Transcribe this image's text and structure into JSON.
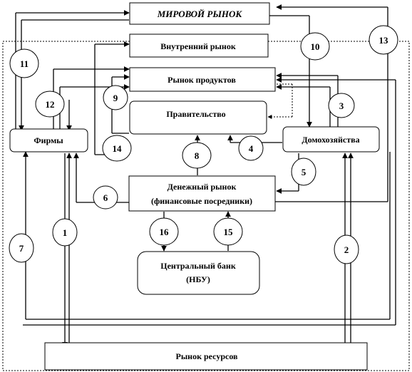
{
  "boxes": {
    "world_market": "МИРОВОЙ РЫНОК",
    "domestic_market": "Внутренний рынок",
    "product_market": "Рынок продуктов",
    "government": "Правительство",
    "firms": "Фирмы",
    "households": "Домохозяйства",
    "money_market_line1": "Денежный рынок",
    "money_market_line2": "(финансовые посредники)",
    "central_bank_line1": "Центральный банк",
    "central_bank_line2": "(НБУ)",
    "resource_market": "Рынок ресурсов"
  },
  "flows": [
    "1",
    "2",
    "3",
    "4",
    "5",
    "6",
    "7",
    "8",
    "9",
    "10",
    "11",
    "12",
    "13",
    "14",
    "15",
    "16"
  ]
}
